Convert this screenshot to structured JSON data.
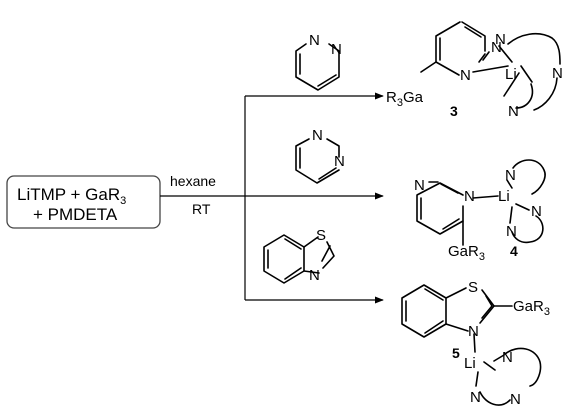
{
  "reagent_box": {
    "line1_main": "LiTMP + GaR",
    "line1_sub": "3",
    "line2": "+ PMDETA"
  },
  "conditions": {
    "above": "hexane",
    "below": "RT"
  },
  "atoms": {
    "N": "N",
    "S": "S",
    "Li": "Li",
    "R": "R",
    "Ga": "Ga",
    "GaR": "GaR",
    "three": "3"
  },
  "products": {
    "p1_label": "3",
    "p2_label": "4",
    "p3_label": "5"
  }
}
